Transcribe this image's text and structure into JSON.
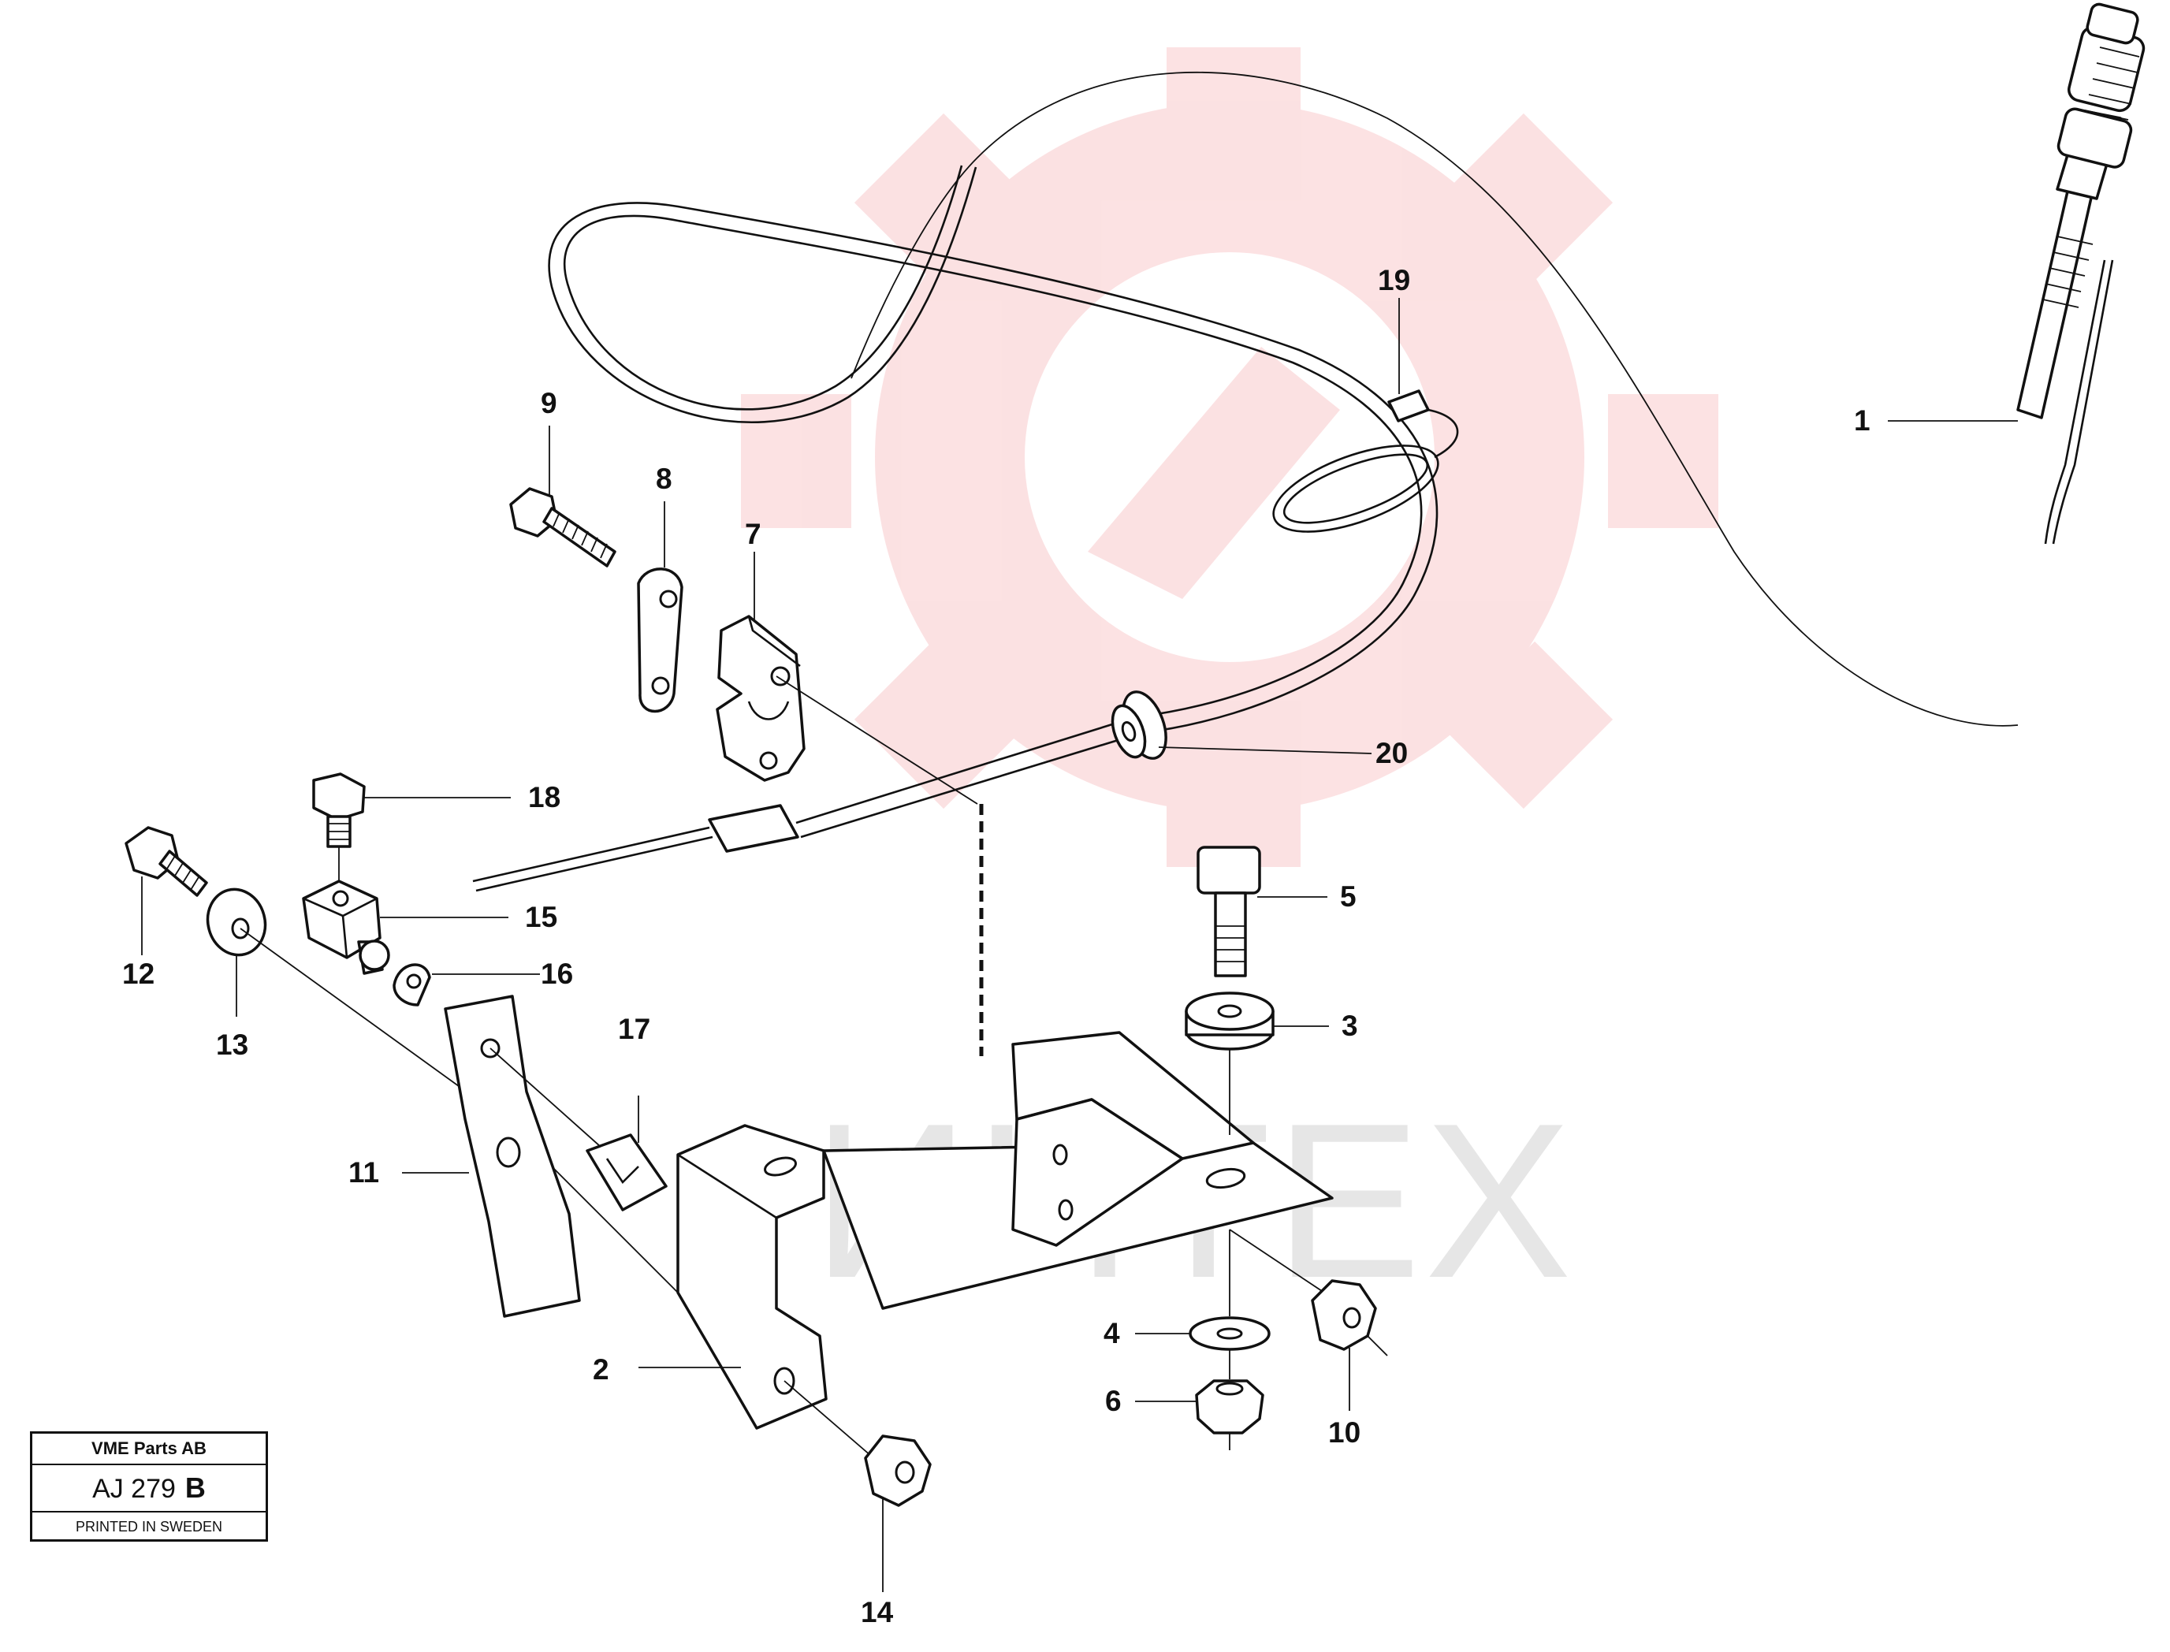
{
  "watermark": {
    "text": "ИНТЕХ",
    "gear_color": "#e8323c"
  },
  "callouts": [
    {
      "id": "1",
      "label": "1"
    },
    {
      "id": "2",
      "label": "2"
    },
    {
      "id": "3",
      "label": "3"
    },
    {
      "id": "4",
      "label": "4"
    },
    {
      "id": "5",
      "label": "5"
    },
    {
      "id": "6",
      "label": "6"
    },
    {
      "id": "7",
      "label": "7"
    },
    {
      "id": "8",
      "label": "8"
    },
    {
      "id": "9",
      "label": "9"
    },
    {
      "id": "10",
      "label": "10"
    },
    {
      "id": "11",
      "label": "11"
    },
    {
      "id": "12",
      "label": "12"
    },
    {
      "id": "13",
      "label": "13"
    },
    {
      "id": "14",
      "label": "14"
    },
    {
      "id": "15",
      "label": "15"
    },
    {
      "id": "16",
      "label": "16"
    },
    {
      "id": "17",
      "label": "17"
    },
    {
      "id": "18",
      "label": "18"
    },
    {
      "id": "19",
      "label": "19"
    },
    {
      "id": "20",
      "label": "20"
    }
  ],
  "stamp": {
    "company": "VME Parts AB",
    "code": "AJ 279",
    "revision": "B",
    "footer": "PRINTED IN SWEDEN"
  }
}
